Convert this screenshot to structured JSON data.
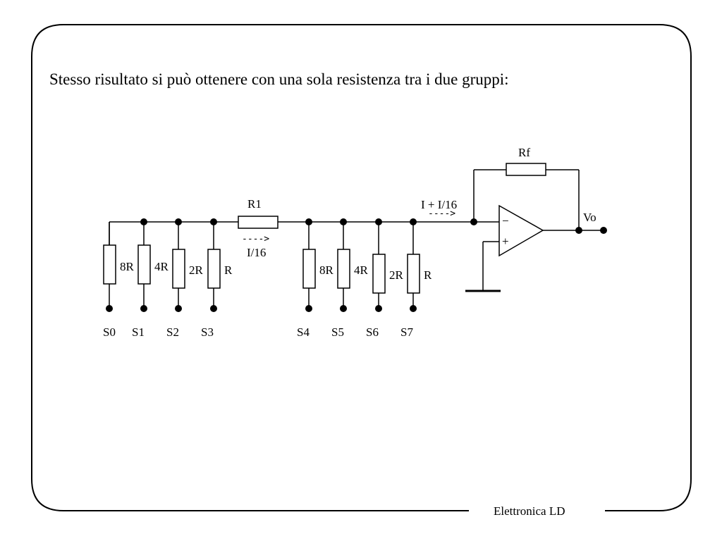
{
  "slide": {
    "heading": "Stesso risultato si può ottenere con una sola resistenza tra i due gruppi:",
    "footer": "Elettronica LD"
  },
  "circuit": {
    "group1": {
      "switches": [
        "S0",
        "S1",
        "S2",
        "S3"
      ],
      "resistors": [
        "8R",
        "4R",
        "2R",
        "R"
      ]
    },
    "group2": {
      "switches": [
        "S4",
        "S5",
        "S6",
        "S7"
      ],
      "resistors": [
        "8R",
        "4R",
        "2R",
        "R"
      ]
    },
    "link_resistor": "R1",
    "link_current_arrow": "---->",
    "link_current": "I/16",
    "sum_current": "I + I/16",
    "sum_current_arrow": "---->",
    "feedback_resistor": "Rf",
    "output": "Vo",
    "opamp_minus": "−",
    "opamp_plus": "+"
  }
}
